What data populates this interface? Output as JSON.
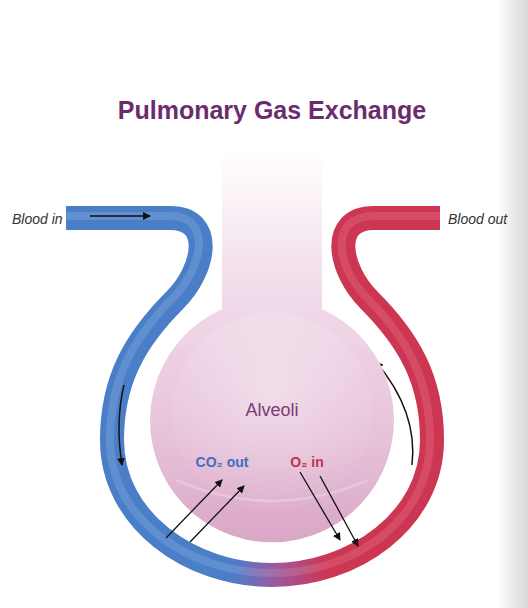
{
  "diagram": {
    "title": "Pulmonary Gas Exchange",
    "nodes": [
      {
        "text": [
          "Alveoli",
          "CO₂ out",
          "O₂ in"
        ]
      }
    ],
    "labels": [
      "Blood in",
      "Blood out"
    ]
  }
}
